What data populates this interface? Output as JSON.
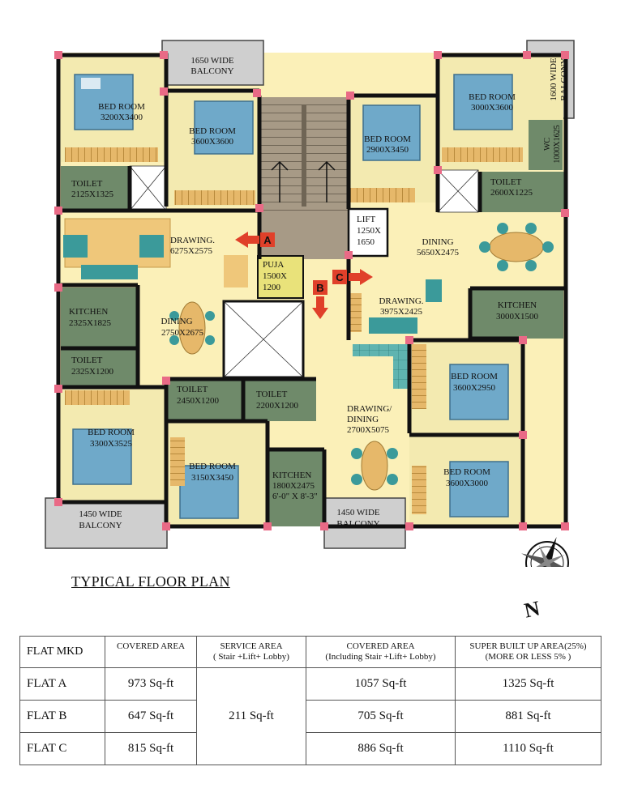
{
  "plan": {
    "rooms": {
      "balcony_top_left": [
        "1650 WIDE",
        "BALCONY"
      ],
      "balcony_top_right": [
        "1600 WIDE",
        "BALCONY"
      ],
      "bed_a1": [
        "BED ROOM",
        "3200X3400"
      ],
      "bed_a2": [
        "BED ROOM",
        "3600X3600"
      ],
      "bed_b1": [
        "BED ROOM",
        "2900X3450"
      ],
      "bed_c1": [
        "BED ROOM",
        "3000X3600"
      ],
      "wc": [
        "WC",
        "1000X1625"
      ],
      "toilet_a1": [
        "TOILET",
        "2125X1325"
      ],
      "toilet_c1": [
        "TOILET",
        "2600X1225"
      ],
      "drawing_a": [
        "DRAWING.",
        "6275X2575"
      ],
      "lift": [
        "LIFT",
        "1250X",
        "1650"
      ],
      "dining_c": [
        "DINING",
        "5650X2475"
      ],
      "puja": [
        "PUJA",
        "1500X",
        "1200"
      ],
      "kitchen_a": [
        "KITCHEN",
        "2325X1825"
      ],
      "dining_a": [
        "DINING",
        "2750X2675"
      ],
      "drawing_c": [
        "DRAWING.",
        "3975X2425"
      ],
      "kitchen_c": [
        "KITCHEN",
        "3000X1500"
      ],
      "toilet_a2": [
        "TOILET",
        "2325X1200"
      ],
      "toilet_b1": [
        "TOILET",
        "2450X1200"
      ],
      "toilet_b2": [
        "TOILET",
        "2200X1200"
      ],
      "bed_c2": [
        "BED ROOM",
        "3600X2950"
      ],
      "drawing_dining_b": [
        "DRAWING/",
        "DINING",
        "2700X5075"
      ],
      "bed_a3": [
        "BED ROOM",
        "3300X3525"
      ],
      "bed_b2": [
        "BED ROOM",
        "3150X3450"
      ],
      "kitchen_b": [
        "KITCHEN",
        "1800X2475",
        "6'-0\" X 8'-3\""
      ],
      "bed_c3": [
        "BED ROOM",
        "3600X3000"
      ],
      "balcony_bottom_left": [
        "1450 WIDE",
        "BALCONY"
      ],
      "balcony_bottom_mid": [
        "1450 WIDE",
        "BALCONY"
      ]
    },
    "markers": {
      "a": "A",
      "b": "B",
      "c": "C"
    },
    "north": "N"
  },
  "title": "TYPICAL FLOOR PLAN",
  "table": {
    "headers": {
      "flat": "FLAT MKD",
      "covered": "COVERED AREA",
      "service_1": "SERVICE AREA",
      "service_2": "( Stair +Lift+ Lobby)",
      "covered_incl_1": "COVERED AREA",
      "covered_incl_2": "(Including Stair +Lift+ Lobby)",
      "super_1": "SUPER BUILT UP  AREA(25%)",
      "super_2": "(MORE OR LESS 5% )"
    },
    "service_area": "211 Sq-ft",
    "rows": [
      {
        "flat": "FLAT A",
        "covered": "973 Sq-ft",
        "covered_incl": "1057 Sq-ft",
        "super": "1325 Sq-ft"
      },
      {
        "flat": "FLAT B",
        "covered": "647 Sq-ft",
        "covered_incl": "705 Sq-ft",
        "super": "881 Sq-ft"
      },
      {
        "flat": "FLAT C",
        "covered": "815 Sq-ft",
        "covered_incl": "886 Sq-ft",
        "super": "1110 Sq-ft"
      }
    ]
  }
}
